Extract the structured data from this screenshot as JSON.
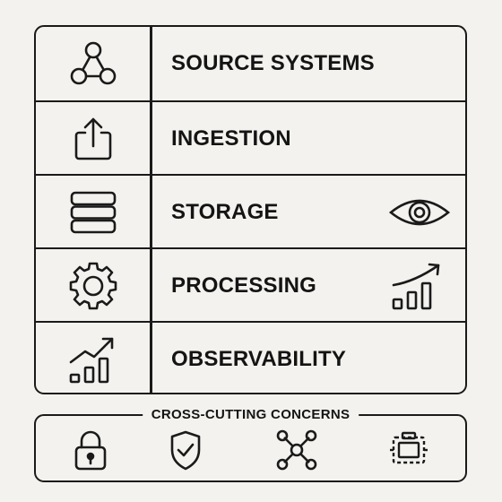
{
  "layers": [
    {
      "label": "SOURCE SYSTEMS",
      "icon": "network-nodes-icon"
    },
    {
      "label": "INGESTION",
      "icon": "upload-icon"
    },
    {
      "label": "STORAGE",
      "icon": "database-stack-icon",
      "side_icon": "eye-icon"
    },
    {
      "label": "PROCESSING",
      "icon": "gear-icon",
      "side_icon": "growth-chart-icon"
    },
    {
      "label": "OBSERVABILITY",
      "icon": "growth-chart-icon"
    }
  ],
  "cross_cutting": {
    "title": "CROSS-CUTTING CONCERNS",
    "icons": [
      "lock-icon",
      "shield-check-icon",
      "network-hub-icon",
      "chip-icon"
    ]
  },
  "colors": {
    "background": "#f3f2ee",
    "stroke": "#1a1a1a"
  }
}
